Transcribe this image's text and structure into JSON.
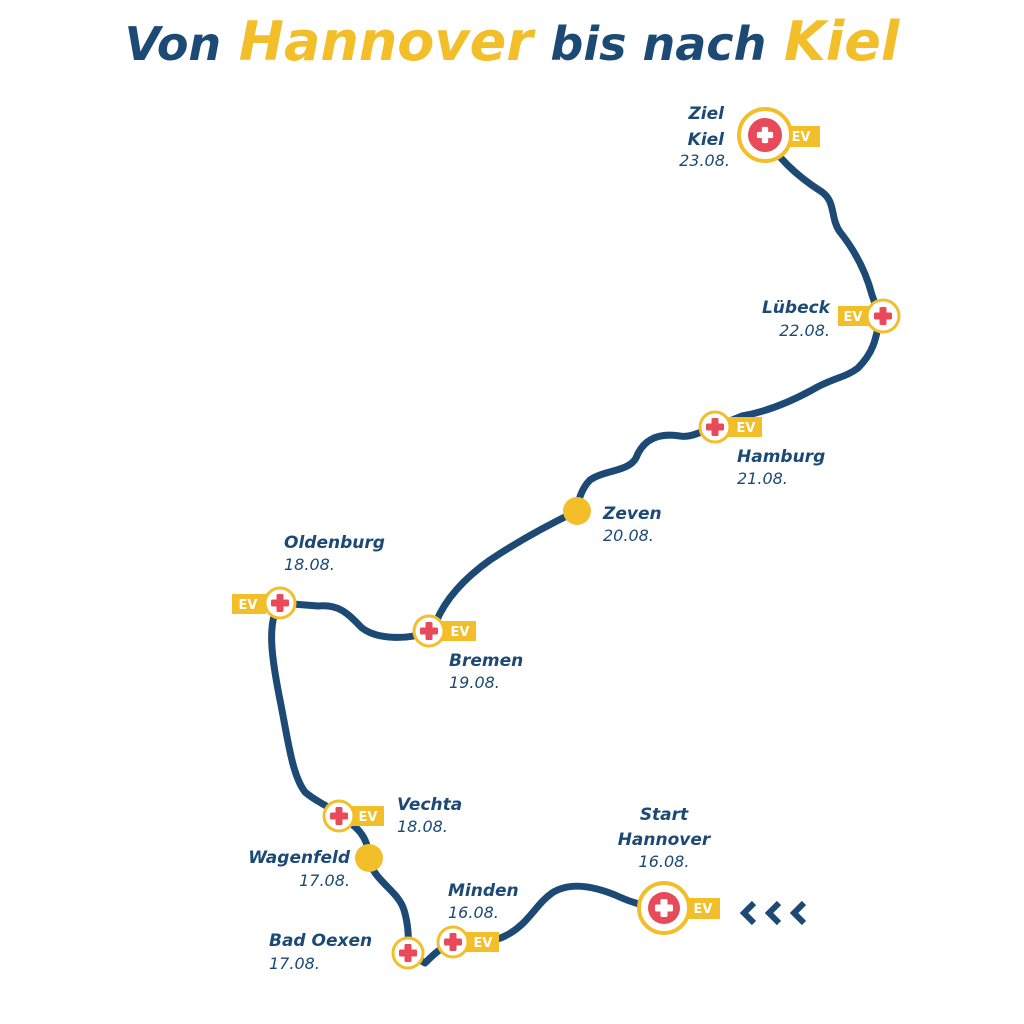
{
  "title": {
    "part1": "Von",
    "part2": "Hannover",
    "part3": "bis nach",
    "part4": "Kiel"
  },
  "colors": {
    "navy": "#1c4a75",
    "yellow": "#f2bf2a",
    "red": "#e84a5a"
  },
  "ev_label": "EV",
  "stops": {
    "kiel": {
      "prefix": "Ziel",
      "name": "Kiel",
      "date": "23.08."
    },
    "luebeck": {
      "name": "Lübeck",
      "date": "22.08."
    },
    "hamburg": {
      "name": "Hamburg",
      "date": "21.08."
    },
    "zeven": {
      "name": "Zeven",
      "date": "20.08."
    },
    "bremen": {
      "name": "Bremen",
      "date": "19.08."
    },
    "oldenburg": {
      "name": "Oldenburg",
      "date": "18.08."
    },
    "vechta": {
      "name": "Vechta",
      "date": "18.08."
    },
    "wagenfeld": {
      "name": "Wagenfeld",
      "date": "17.08."
    },
    "bad_oexen": {
      "name": "Bad Oexen",
      "date": "17.08."
    },
    "minden": {
      "name": "Minden",
      "date": "16.08."
    },
    "hannover": {
      "prefix": "Start",
      "name": "Hannover",
      "date": "16.08."
    }
  },
  "direction_icon": "triple-chevron-left-icon"
}
